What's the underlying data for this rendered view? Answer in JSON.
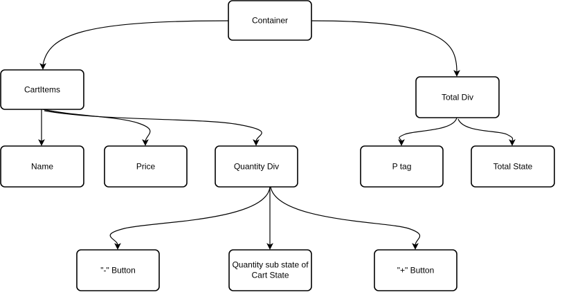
{
  "diagram": {
    "type": "tree",
    "nodes": [
      {
        "id": "container",
        "label": "Container"
      },
      {
        "id": "cartitems",
        "label": "CartItems"
      },
      {
        "id": "totaldiv",
        "label": "Total Div"
      },
      {
        "id": "name",
        "label": "Name"
      },
      {
        "id": "price",
        "label": "Price"
      },
      {
        "id": "quantitydiv",
        "label": "Quantity Div"
      },
      {
        "id": "ptag",
        "label": "P tag"
      },
      {
        "id": "totalstate",
        "label": "Total State"
      },
      {
        "id": "minusbutton",
        "label": "\"-\" Button"
      },
      {
        "id": "quantitysubstate",
        "label": "Quantity sub state of Cart State"
      },
      {
        "id": "plusbutton",
        "label": "\"+\" Button"
      }
    ],
    "edges": [
      {
        "from": "container",
        "to": "cartitems"
      },
      {
        "from": "container",
        "to": "totaldiv"
      },
      {
        "from": "cartitems",
        "to": "name"
      },
      {
        "from": "cartitems",
        "to": "price"
      },
      {
        "from": "cartitems",
        "to": "quantitydiv"
      },
      {
        "from": "totaldiv",
        "to": "ptag"
      },
      {
        "from": "totaldiv",
        "to": "totalstate"
      },
      {
        "from": "quantitydiv",
        "to": "minusbutton"
      },
      {
        "from": "quantitydiv",
        "to": "quantitysubstate"
      },
      {
        "from": "quantitydiv",
        "to": "plusbutton"
      }
    ]
  }
}
